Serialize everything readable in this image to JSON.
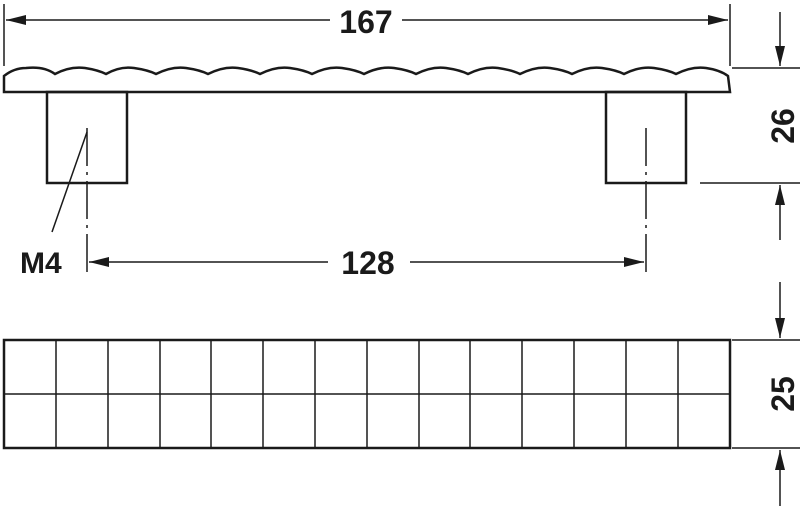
{
  "dimensions": {
    "overall_length": "167",
    "hole_spacing": "128",
    "height": "26",
    "width": "25",
    "thread": "M4"
  },
  "colors": {
    "line": "#1a1a1a",
    "background": "#ffffff"
  }
}
